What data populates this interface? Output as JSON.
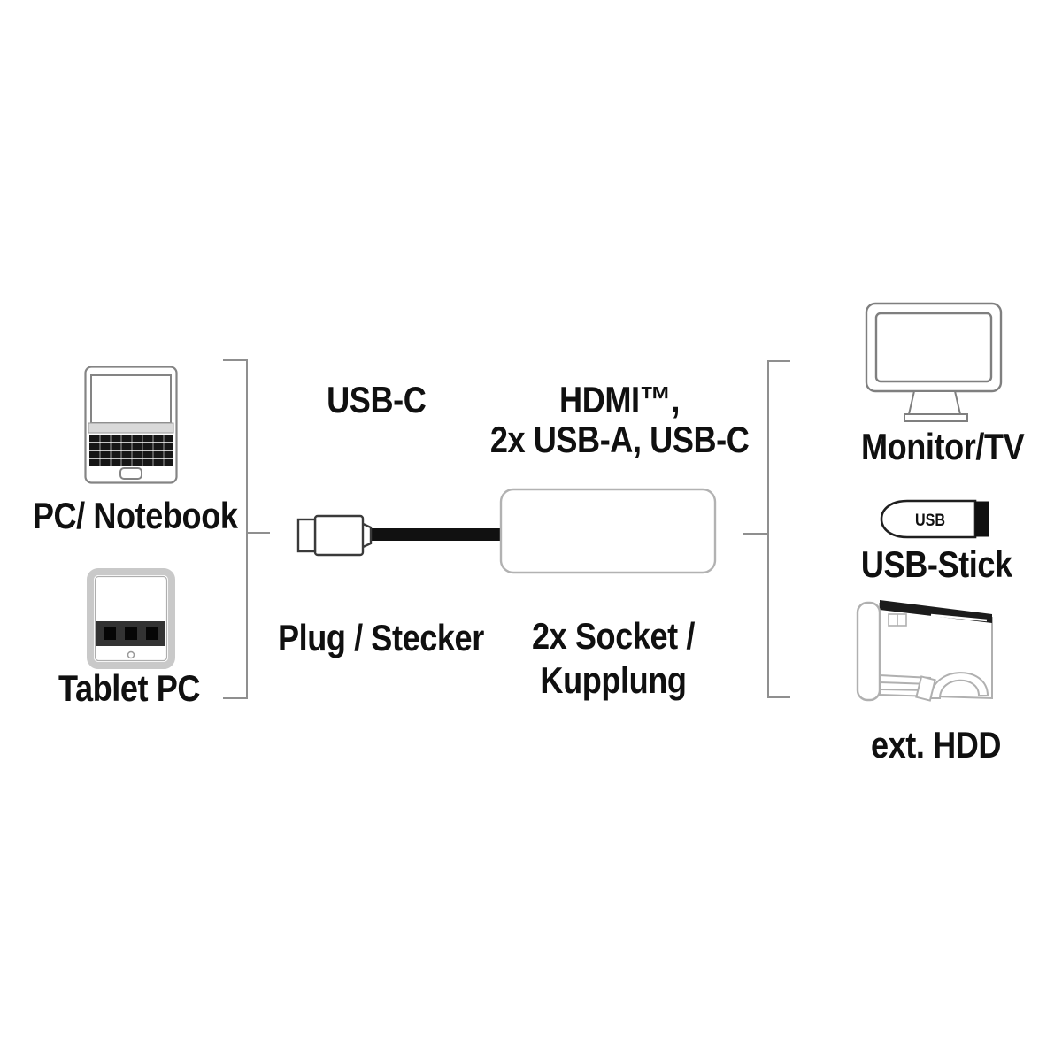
{
  "diagram_title": "USB-C multiport adapter connection diagram",
  "colors": {
    "background": "#ffffff",
    "text": "#101010",
    "bracket_line": "#8f8f8f",
    "plug_outline": "#3a3a3a",
    "hub_outline": "#b2b2b2",
    "icon_outline_gray": "#7f7f7f",
    "icon_outline_light": "#c9c9c9",
    "cable_black": "#111111"
  },
  "source_group": {
    "items": [
      {
        "label": "PC/ Notebook",
        "icon": "laptop-icon"
      },
      {
        "label": "Tablet PC",
        "icon": "tablet-icon"
      }
    ]
  },
  "adapter": {
    "connector_label": "USB-C",
    "ports_label": {
      "line1": "HDMI™,",
      "line2": "2x USB-A, USB-C"
    },
    "plug_caption": "Plug / Stecker",
    "socket_caption": {
      "line1": "2x Socket /",
      "line2": "Kupplung"
    }
  },
  "target_group": {
    "items": [
      {
        "label": "Monitor/TV",
        "icon": "monitor-icon"
      },
      {
        "label": "USB-Stick",
        "icon": "usb-stick-icon",
        "print": "USB"
      },
      {
        "label": "ext. HDD",
        "icon": "external-hdd-icon"
      }
    ]
  }
}
